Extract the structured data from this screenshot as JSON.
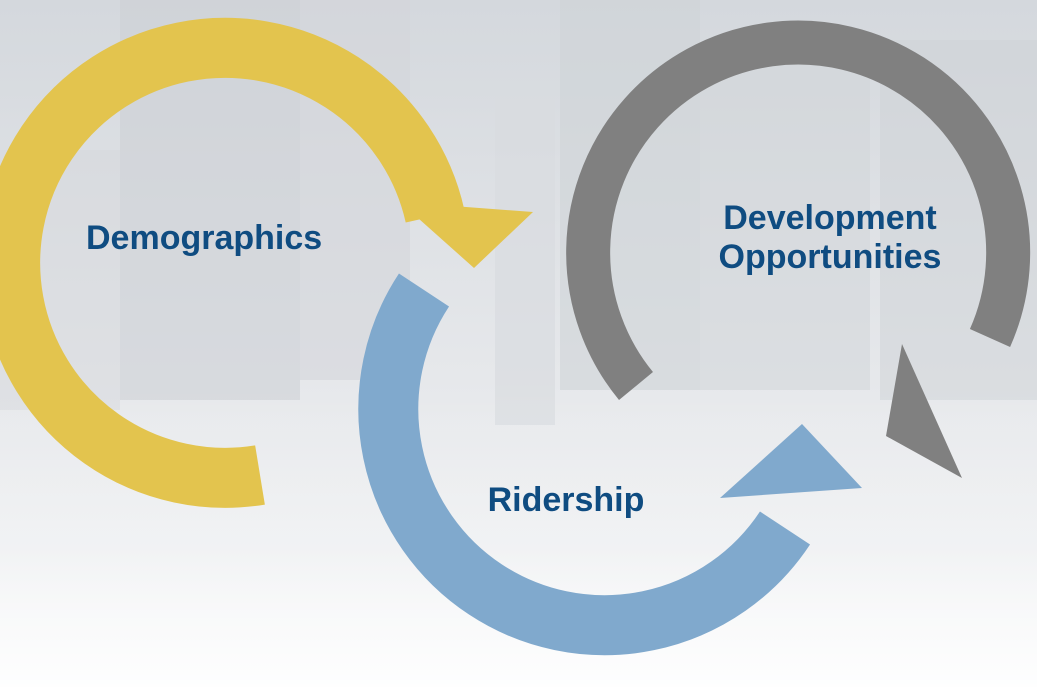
{
  "colors": {
    "demographics_arrow": "#e3c44e",
    "ridership_arrow": "#80a9cd",
    "development_arrow": "#808080",
    "label_text": "#0f4c81",
    "background": "#f4f5f7"
  },
  "cycle": {
    "demographics": {
      "label": "Demographics"
    },
    "development": {
      "line1": "Development",
      "line2": "Opportunities"
    },
    "ridership": {
      "label": "Ridership"
    }
  }
}
